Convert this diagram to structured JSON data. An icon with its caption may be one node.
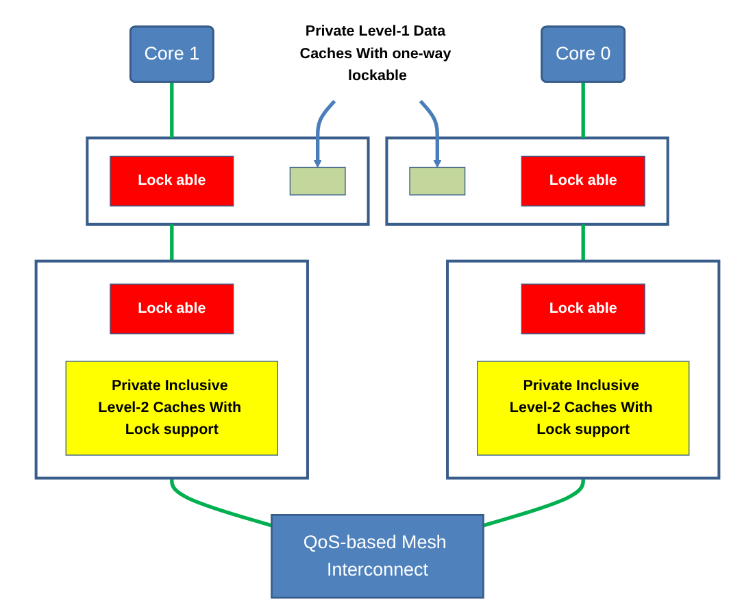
{
  "diagram": {
    "nodes": [
      {
        "text": [
          "Core 0"
        ]
      },
      {
        "text": [
          "Core 1"
        ]
      },
      {
        "text": [],
        "shape": "box"
      },
      {
        "text": [
          "Lock able"
        ],
        "in": 2
      },
      {
        "text": [],
        "shape": "box",
        "in": 2
      },
      {
        "text": [
          "Private Level-1 Data Caches With one-way lockable"
        ]
      },
      {
        "text": [],
        "shape": "box"
      },
      {
        "text": [
          "Lock able"
        ],
        "in": 6
      },
      {
        "text": [],
        "shape": "box",
        "in": 6
      },
      {
        "text": [],
        "shape": "box"
      },
      {
        "text": [
          "Lock able"
        ],
        "in": 9
      },
      {
        "text": [
          "Private Inclusive Level-2 Caches With Lock support"
        ],
        "in": 9
      },
      {
        "text": [],
        "shape": "box"
      },
      {
        "text": [
          "Lock able"
        ],
        "in": 12
      },
      {
        "text": [
          "Private Inclusive Level-2 Caches With Lock support"
        ],
        "in": 12
      },
      {
        "text": [
          "QoS-based Mesh Interconnect"
        ]
      }
    ],
    "edges": [
      {
        "from": 0,
        "to": 2,
        "arrow": "none"
      },
      {
        "from": 2,
        "to": 9,
        "arrow": "none"
      },
      {
        "from": 9,
        "to": 15,
        "arrow": "none"
      },
      {
        "from": 5,
        "to": 4,
        "arrow": "to",
        "color": "#4a7ebb"
      },
      {
        "from": 5,
        "to": 8,
        "arrow": "to",
        "color": "#4a7ebb"
      },
      {
        "from": 1,
        "to": 6,
        "arrow": "none"
      },
      {
        "from": 6,
        "to": 12,
        "arrow": "none"
      },
      {
        "from": 12,
        "to": 15,
        "arrow": "none"
      }
    ]
  }
}
